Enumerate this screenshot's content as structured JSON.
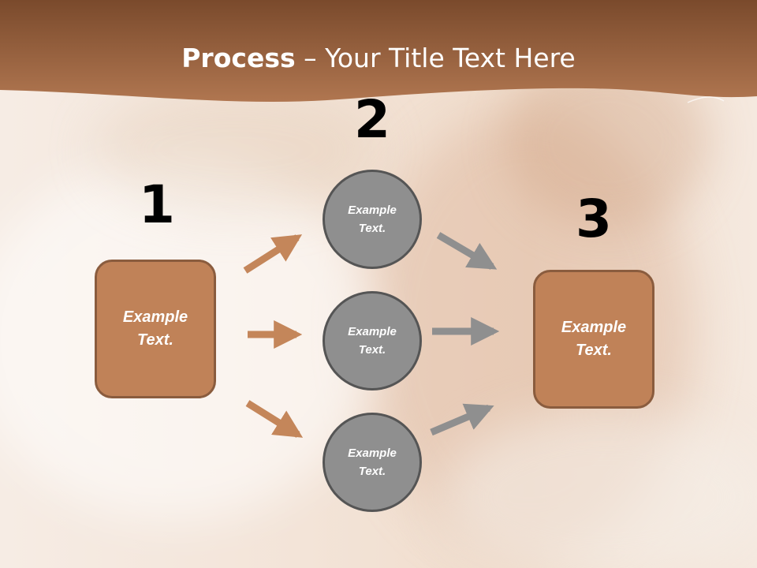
{
  "title": {
    "bold": "Process",
    "rest": " – Your Title Text Here"
  },
  "steps": [
    {
      "number": "1",
      "label_line1": "Example",
      "label_line2": "Text."
    },
    {
      "number": "2"
    },
    {
      "number": "3",
      "label_line1": "Example",
      "label_line2": "Text."
    }
  ],
  "circles": [
    {
      "line1": "Example",
      "line2": "Text."
    },
    {
      "line1": "Example",
      "line2": "Text."
    },
    {
      "line1": "Example",
      "line2": "Text."
    }
  ],
  "colors": {
    "header": "#a86d45",
    "box_fill": "#c08258",
    "box_border": "#8a5c3e",
    "circle_fill": "#8f8f8f",
    "circle_border": "#555555",
    "arrow_left": "#c4865a",
    "arrow_right": "#8f8f8f"
  }
}
